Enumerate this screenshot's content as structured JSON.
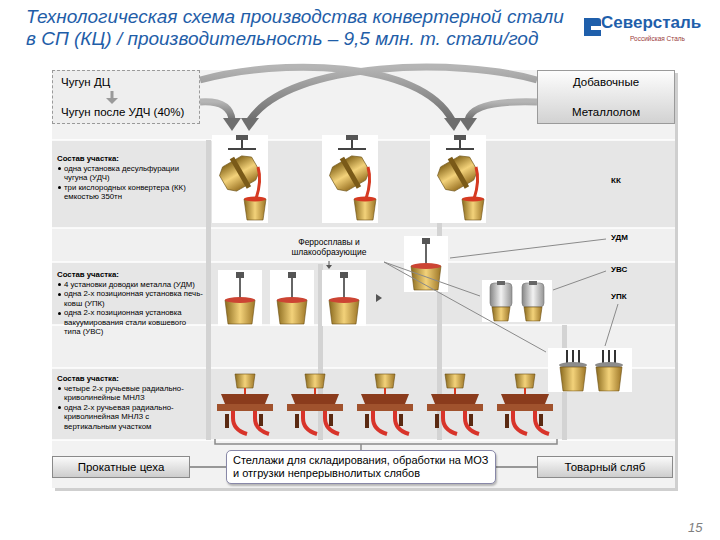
{
  "diagram": {
    "title": "Технологическая схема производства конвертерной стали в СП (КЦ) / производительность – 9,5 млн. т. стали/год",
    "nodes": [
      {
        "text": [
          "Чугун ДЦ",
          "Чугун после УДЧ (40%)"
        ]
      },
      {
        "text": [
          "Добавочные",
          "Металлолом"
        ]
      },
      {
        "text": [
          "Состав участка:",
          "одна установка десульфурации чугуна (УДЧ)",
          "три кислородных конвертера (КК) емкостью 350тн"
        ]
      },
      {
        "text": [
          "Состав участка:",
          "4 установки доводки металла (УДМ)",
          "одна 2-х позиционная установка печь-ковш (УПК)",
          "одна 2-х позиционная установка вакуумирования стали ковшевого типа (УВС)"
        ]
      },
      {
        "text": [
          "Состав участка:",
          "четыре 2-х ручьевые радиально-криволинейные МНЛЗ",
          "одна 2-х ручьевая радиально-криволинейная МНЛЗ с вертикальным участком"
        ]
      },
      {
        "text": [
          "Прокатные цеха"
        ]
      },
      {
        "text": [
          "Стеллажи для складирования, обработки на МОЗ и отгрузки непрерывнолитых слябов"
        ]
      },
      {
        "text": [
          "Товарный сляб"
        ]
      }
    ],
    "edges": [
      {
        "from": 6,
        "to": 5,
        "arrow": "none"
      },
      {
        "from": 6,
        "to": 7,
        "arrow": "none"
      }
    ],
    "labels": [
      "Северсталь",
      "Российская Сталь",
      "КК",
      "УДМ",
      "УВС",
      "УПК",
      "Ферросплавы и шлакообразующие",
      "15"
    ]
  }
}
